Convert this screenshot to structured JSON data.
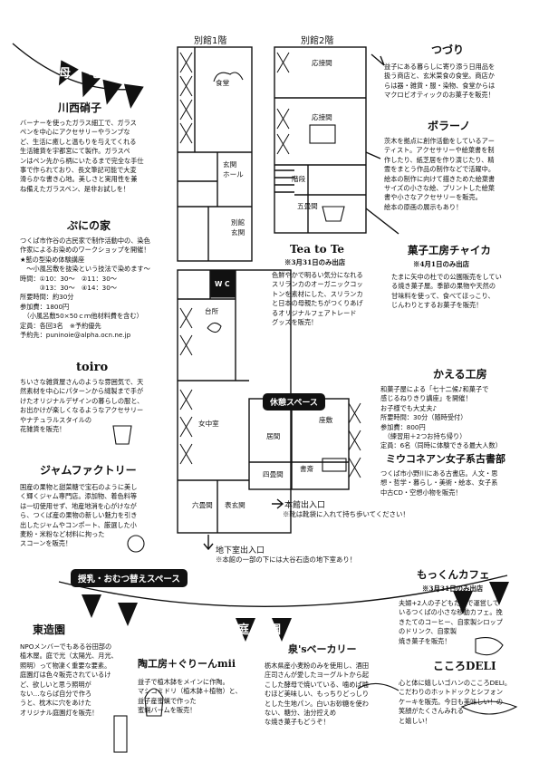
{
  "banners": {
    "left": "母宅",
    "bottom": "庭園"
  },
  "floor_labels": {
    "annex1": "別館1階",
    "annex2": "別館2階"
  },
  "rooms": {
    "shokudo": "食堂",
    "genkan_hall": "玄関\nホール",
    "bekkan_genkan": "別館\n玄関",
    "oussetsuma1": "応接間",
    "oussetsuma2": "応接間",
    "kaidan": "階段",
    "gojoma": "五畳間",
    "wc": "W C",
    "daidokoro": "台所",
    "jochushitsu": "女中室",
    "rokujoma": "六畳間",
    "omotezashiki": "表玄関",
    "ima": "居間",
    "zashiki": "座敷",
    "yojoma": "四畳間",
    "shosai": "書斎"
  },
  "pills": {
    "rest": "休憩スペース",
    "nursing": "授乳・おむつ替えスペース"
  },
  "entrances": {
    "honkan": "本館出入口",
    "honkan_note": "※靴は靴袋に入れて持ち歩いてください！",
    "chika": "地下室出入口",
    "chika_note": "※本館の一部の下には大谷石造の地下室あり！"
  },
  "shops": {
    "kawanishi": {
      "title": "川西硝子",
      "body": "バーナーを使ったガラス細工で、ガラス\nペンを中心にアクセサリーやランプな\nど、生活に癒しと温もりを与えてくれる\n生活雑貨を宇都宮にて製作。ガラスペ\nンはペン先から柄にいたるまで完全な手仕\n事で作られており、長文筆記可能で大変\n滑らかな書き心地。美しさと実用性を兼\nね備えたガラスペン、是非お試しを！"
    },
    "punino": {
      "title": "ぷにの家",
      "body": "つくば市作谷の古民家で制作活動中の、染色\n作家によるお染めのワークショップを開催！\n★藍の型染め体験講座\n　～小風呂敷を抜染という技法で染めます～\n時間：①10：30～　②11：30～\n　　　③13：30～　④14：30～\n所要時間：約30分\n参加費：1800円\n　（小風呂敷50×50ｃｍ他材料費を含む）\n定員：各回3名　※予約優先\n予約先：puninoie@alpha.ocn.ne.jp"
    },
    "toiro": {
      "title": "toiro",
      "body": "ちいさな雑貨屋さんのような雰囲気で、天\n然素材を中心にパターンから縫製まで手が\nけたオリジナルデザインの暮らしの服と、\nお出かけが楽しくなるようなアクセサリー\nやナチュラルスタイルの\n花雑貨を販売！"
    },
    "jam": {
      "title": "ジャムファクトリー",
      "body": "国産の果物と甜菜糖で宝石のように美し\nく輝くジャム専門店。添加物、着色料等\nは一切使用せず、地産地消を心がけなが\nら、つくば産の果物の新しい魅力を引き\n出したジャムやコンポート、厳選した小\n麦粉・米粉など材料に拘った\nスコーンを販売！"
    },
    "tozoen": {
      "title": "東造園",
      "body": "NPOメンバーでもある谷田部の\n植木屋。庭で光（太陽光、月光、\n照明）って物凄く重要な要素。\n庭園灯は色々販売されているけ\nど、欲しいと思う照明が\nない…ならば自分で作ろ\nうと、枕木に穴をあけた\nオリジナル庭園灯を販売！"
    },
    "tokobo": {
      "title": "陶工房＋ぐりーんmii",
      "body": "益子で植木鉢をメインに作陶。\nマシコミドリ（植木鉢＋植物）と、\n益子産蜜蝋で作った\n蜜蝋バームを販売！"
    },
    "izumi": {
      "title": "泉'sベーカリー",
      "body": "栃木県産小麦粉のみを使用し、酒田\n庄司さんが愛したヨーグルトから起\nこした酵母で焼いている、噛めば噛\nむほど美味しい、もっちりどっしり\nとした生地パン。白いお砂糖を使わ\nない、糖分、油分控えめ\nな焼き菓子もどうぞ！"
    },
    "tsuzuri": {
      "title": "つづり",
      "body": "益子にある暮らしに寄り添う日用品を\n扱う商店と、玄米菜食の食堂。商店か\nらは器・雑貨・服・染物、食堂からは\nマクロビオティックのお菓子を販売！"
    },
    "borano": {
      "title": "ボラーノ",
      "body": "茨木を拠点に創作活動をしているアー\nティスト。アクセサリーや絵葉書を制\n作したり、紙芝居を作り演じたり、精\n霊をまとう作品の制作などで活躍中。\n絵本の制作に向けて描きためた絵葉書\nサイズの小さな絵、プリントした絵葉\n書や小さなアクセサリーを販売。\n絵本の原画の展示もあり！"
    },
    "teatote": {
      "title": "Tea to Te",
      "note": "※3月31日のみ出店",
      "body": "色鮮やかで明るい気分になれる\nスリランカのオーガニックコッ\nトンを素材にした、スリランカ\nと日本の母親たちがつくりあげ\nるオリジナルフェアトレード\nグッズを販売！"
    },
    "chaika": {
      "title": "菓子工房チャイカ",
      "note": "※4月1日のみ出店",
      "body": "たまに矢中の杜での公園販売をしてい\nる焼き菓子屋。季節の果物や天然の\n甘味料を使って、食べてほっこり、\nじんわりとするお菓子を販売！"
    },
    "kaeru": {
      "title": "かえる工房",
      "body": "和菓子屋による「七十二候♪和菓子で\n感じるねりきり講座」を開催！\nお子様でも大丈夫♪\n所要時間：30分（随時受付）\n参加費：800円\n　（練習用＋2つお持ち帰り）\n定員：6名（同時に体験できる最大人数）"
    },
    "miukonea": {
      "title": "ミウコネアン女子系古書部",
      "body": "つくば市小野川にある古書店。人文・思\n想・哲学・暮らし・美術・絵本、女子系\n中古CD・空想小物を販売！"
    },
    "mokkun": {
      "title": "もっくんカフェ",
      "note": "※3月31日のみ出店",
      "body": "夫婦+2人の子どもたちで運営して\nいるつくばの小さな移動カフェ。挽\nきたてのコーヒー、自家製シロップ\nのドリンク、自家製\n焼き菓子を販売！"
    },
    "kokoro": {
      "title": "こころDELI",
      "body": "心と体に嬉しいゴハンのこころDELI。\nこだわりのホットドックとシフォン\nケーキを販売。今日も美味しい！の\n笑顔がたくさんみれる\nと嬉しい！"
    }
  }
}
